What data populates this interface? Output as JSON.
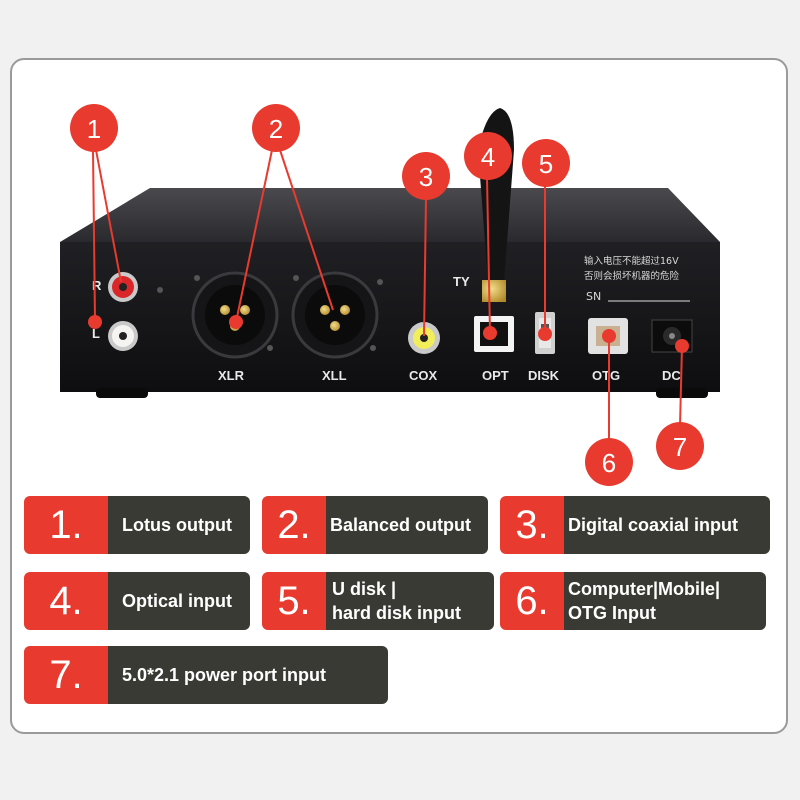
{
  "device": {
    "rca_r": "R",
    "rca_l": "L",
    "warning_line1": "输入电压不能超过16V",
    "warning_line2": "否则会损坏机器的危险",
    "sn_label": "SN",
    "port_ty": "TY",
    "port_xlr": "XLR",
    "port_xll": "XLL",
    "port_cox": "COX",
    "port_opt": "OPT",
    "port_disk": "DISK",
    "port_otg": "OTG",
    "port_dc": "DC"
  },
  "callouts": [
    "1",
    "2",
    "3",
    "4",
    "5",
    "6",
    "7"
  ],
  "legend": [
    {
      "num": "1.",
      "text": "Lotus output"
    },
    {
      "num": "2.",
      "text": "Balanced output"
    },
    {
      "num": "3.",
      "text": "Digital coaxial input"
    },
    {
      "num": "4.",
      "text": "Optical input"
    },
    {
      "num": "5.",
      "text": "U disk |\nhard disk input"
    },
    {
      "num": "6.",
      "text": "Computer|Mobile|\nOTG Input"
    },
    {
      "num": "7.",
      "text": "5.0*2.1 power port input"
    }
  ],
  "colors": {
    "accent": "#e83a2e",
    "panel": "#3a3a34",
    "chassis": "#1c1c1e"
  }
}
